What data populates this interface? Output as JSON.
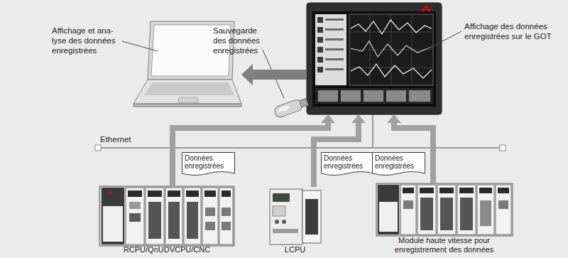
{
  "diagram": {
    "nodes": [
      {
        "text": [
          "Affichage et ana- lyse des données enregistrées"
        ]
      },
      {
        "text": [
          "Affichage des données enregistrées sur le GOT"
        ]
      },
      {
        "text": [
          "RCPU/QnUDVCPU/CNC"
        ]
      },
      {
        "text": [
          "LCPU"
        ]
      },
      {
        "text": [
          "Module haute vitesse pour enregistrement des données"
        ]
      }
    ],
    "edges": [
      {
        "from": 1,
        "to": 0,
        "arrow": "to"
      },
      {
        "from": 2,
        "to": 1,
        "arrow": "to",
        "label": "Données enregistrées"
      },
      {
        "from": 3,
        "to": 1,
        "arrow": "to",
        "label": "Données enregistrées"
      },
      {
        "from": 4,
        "to": 1,
        "arrow": "to",
        "label": "Données enregistrées"
      }
    ],
    "labels": [
      "Sauvegarde des données enregistrées",
      "Ethernet"
    ]
  }
}
